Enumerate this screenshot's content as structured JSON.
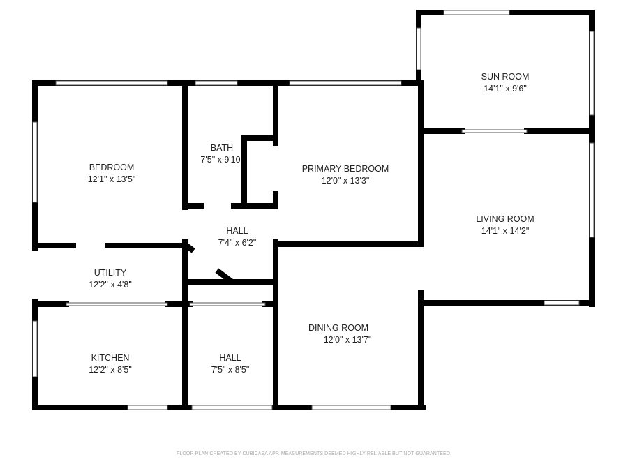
{
  "rooms": [
    {
      "name": "BEDROOM",
      "dims": "12'1\" x 13'5\""
    },
    {
      "name": "BATH",
      "dims": "7'5\" x 9'10"
    },
    {
      "name": "PRIMARY BEDROOM",
      "dims": "12'0\" x 13'3\""
    },
    {
      "name": "SUN ROOM",
      "dims": "14'1\" x 9'6\""
    },
    {
      "name": "HALL",
      "dims": "7'4\" x 6'2\""
    },
    {
      "name": "LIVING ROOM",
      "dims": "14'1\" x 14'2\""
    },
    {
      "name": "UTILITY",
      "dims": "12'2\" x 4'8\""
    },
    {
      "name": "DINING ROOM",
      "dims": "12'0\" x 13'7\""
    },
    {
      "name": "KITCHEN",
      "dims": "12'2\" x 8'5\""
    },
    {
      "name": "HALL",
      "dims": "7'5\" x 8'5\""
    }
  ],
  "footer": "FLOOR PLAN CREATED BY CUBICASA APP. MEASUREMENTS DEEMED HIGHLY RELIABLE BUT NOT GUARANTEED.",
  "colors": {
    "wall": "#000000",
    "background": "#ffffff"
  }
}
